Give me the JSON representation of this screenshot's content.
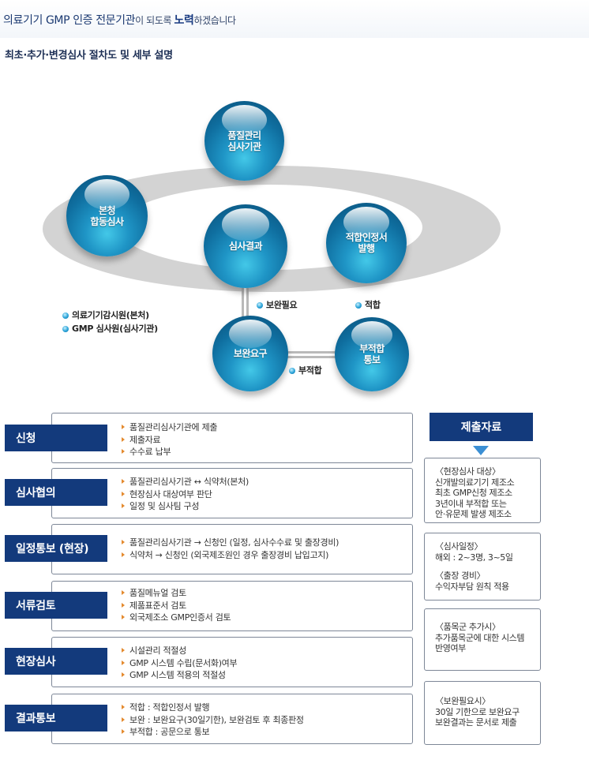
{
  "header": {
    "title_part1": "의료기기 GMP 인증 전문기관",
    "title_part2": "이 되도록 ",
    "title_part3": "노력",
    "title_part4": "하겠습니다",
    "subtitle": "최초·추가·변경심사 절차도 및 세부 설명"
  },
  "diagram": {
    "nodes": {
      "quality_center": "품질관리\n심사기관",
      "joint_review": "본청\n합동심사",
      "review_result": "심사결과",
      "conformity_cert": "적합인정서\n발행",
      "supplement_request": "보완요구",
      "nonconformity_notice": "부적합\n통보"
    },
    "legend": [
      "의료기기감시원(본처)",
      "GMP  심사원(심사기관)"
    ],
    "flow_labels": {
      "supplement_needed": "보완필요",
      "conforming": "적합",
      "nonconforming": "부적합"
    },
    "colors": {
      "sphere": "#1f95c6",
      "label_fill": "#133a7c",
      "ring": "#d3d3d3",
      "bullet_arrow": "#e48a2e"
    }
  },
  "steps": [
    {
      "label": "신청",
      "items": [
        "품질관리심사기관에 제출",
        "제출자료",
        "수수료 납부"
      ]
    },
    {
      "label": "심사협의",
      "items": [
        "품질관리심사기관 ↔ 식약처(본처)",
        "현장심사 대상여부 판단",
        "일정 및 심사팀 구성"
      ]
    },
    {
      "label": "일정통보 (현장)",
      "items": [
        "품질관리심사기관 → 신청인 (일정, 심사수수료 및 출장경비)",
        "식약처 → 신청인 (외국제조원인 경우 출장경비 납입고지)"
      ]
    },
    {
      "label": "서류검토",
      "items": [
        "품질메뉴얼 검토",
        "제품표준서 검토",
        "외국제조소 GMP인증서 검토"
      ]
    },
    {
      "label": "현장심사",
      "items": [
        "시설관리 적절성",
        "GMP 시스템 수립(문서화)여부",
        "GMP 시스템 적용의 적절성"
      ]
    },
    {
      "label": "결과통보",
      "items": [
        "적합 : 적합인정서 발행",
        "보완 : 보완요구(30일기한), 보완검토 후 최종판정",
        "부적합 : 공문으로 통보"
      ]
    }
  ],
  "side": {
    "header": "제출자료",
    "boxes": [
      {
        "lines": [
          "〈현장심사 대상〉",
          "신개발의료기기 제조소",
          "최초 GMP신청 제조소",
          "3년이내 부적합 또는",
          "안·유문제 발생 제조소"
        ]
      },
      {
        "lines": [
          "〈심사일정〉",
          "해외 : 2~3명, 3~5일"
        ],
        "lines2": [
          "〈출장 경비〉",
          "수익자부담 원칙 적용"
        ]
      },
      {
        "lines": [
          "〈품목군 추가시〉",
          "추가품목군에 대한 시스템",
          "반영여부"
        ]
      },
      {
        "lines": [
          "〈보완필요시〉",
          "30일 기한으로 보완요구",
          "보완결과는 문서로 제출"
        ]
      }
    ]
  }
}
